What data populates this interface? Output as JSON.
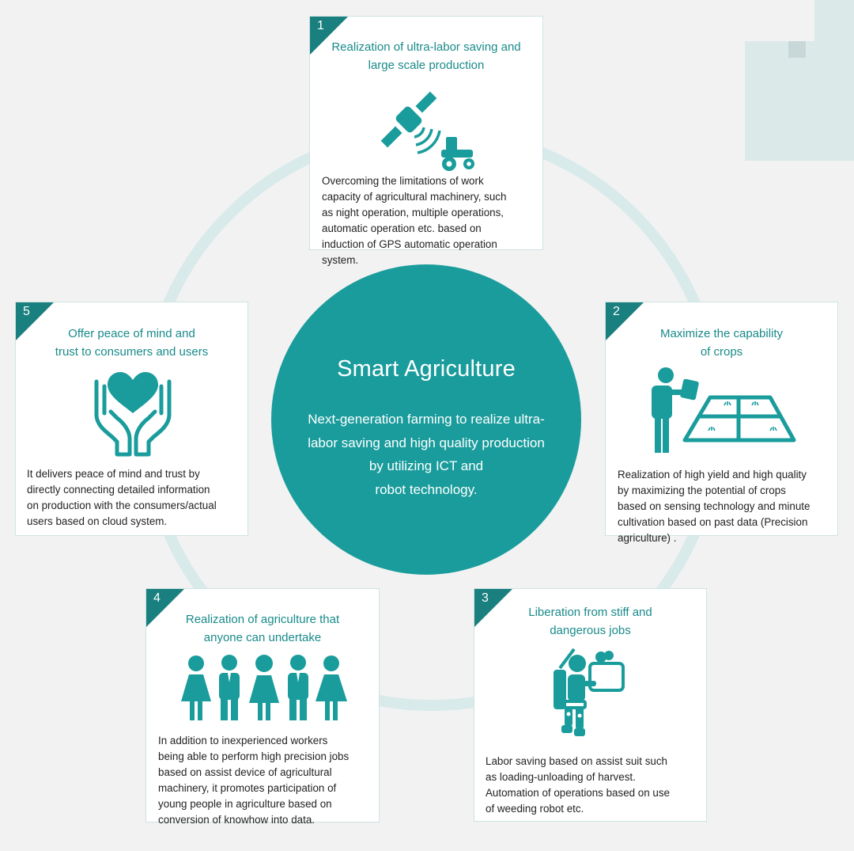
{
  "center": {
    "title": "Smart Agriculture",
    "description": "Next-generation farming to realize ultra-\nlabor saving and high quality production\nby utilizing ICT and\nrobot technology."
  },
  "colors": {
    "accent": "#1a9c9c",
    "accent_dark": "#1a7f7f",
    "ring": "#d8eaea",
    "card_border": "#cfe3e3",
    "background": "#f2f2f2"
  },
  "cards": [
    {
      "number": "1",
      "title": "Realization of ultra-labor saving and\nlarge scale production",
      "icon": "satellite-tractor-icon",
      "text": "Overcoming the limitations of work\ncapacity of agricultural machinery, such\nas night operation, multiple operations,\nautomatic operation etc. based on\ninduction of GPS automatic operation\nsystem."
    },
    {
      "number": "2",
      "title": "Maximize the capability\nof crops",
      "icon": "person-field-icon",
      "text": "Realization of high yield and high quality\nby maximizing the potential of crops\nbased on sensing technology and minute\ncultivation based on past data (Precision\nagriculture) ."
    },
    {
      "number": "3",
      "title": "Liberation from stiff and\ndangerous jobs",
      "icon": "assist-suit-icon",
      "text": "Labor saving based on assist suit such\nas loading-unloading of harvest.\nAutomation of operations based on use\nof weeding robot etc."
    },
    {
      "number": "4",
      "title": "Realization of agriculture that\nanyone can undertake",
      "icon": "people-group-icon",
      "text": "In addition to inexperienced workers\nbeing able to perform high precision jobs\nbased on assist device of agricultural\nmachinery, it promotes participation of\nyoung people in agriculture based on\nconversion of knowhow into data."
    },
    {
      "number": "5",
      "title": "Offer peace of mind and\ntrust to consumers and users",
      "icon": "hands-heart-icon",
      "text": "It delivers peace of mind and trust by\ndirectly connecting detailed information\non production with the consumers/actual\nusers based on cloud system."
    }
  ]
}
